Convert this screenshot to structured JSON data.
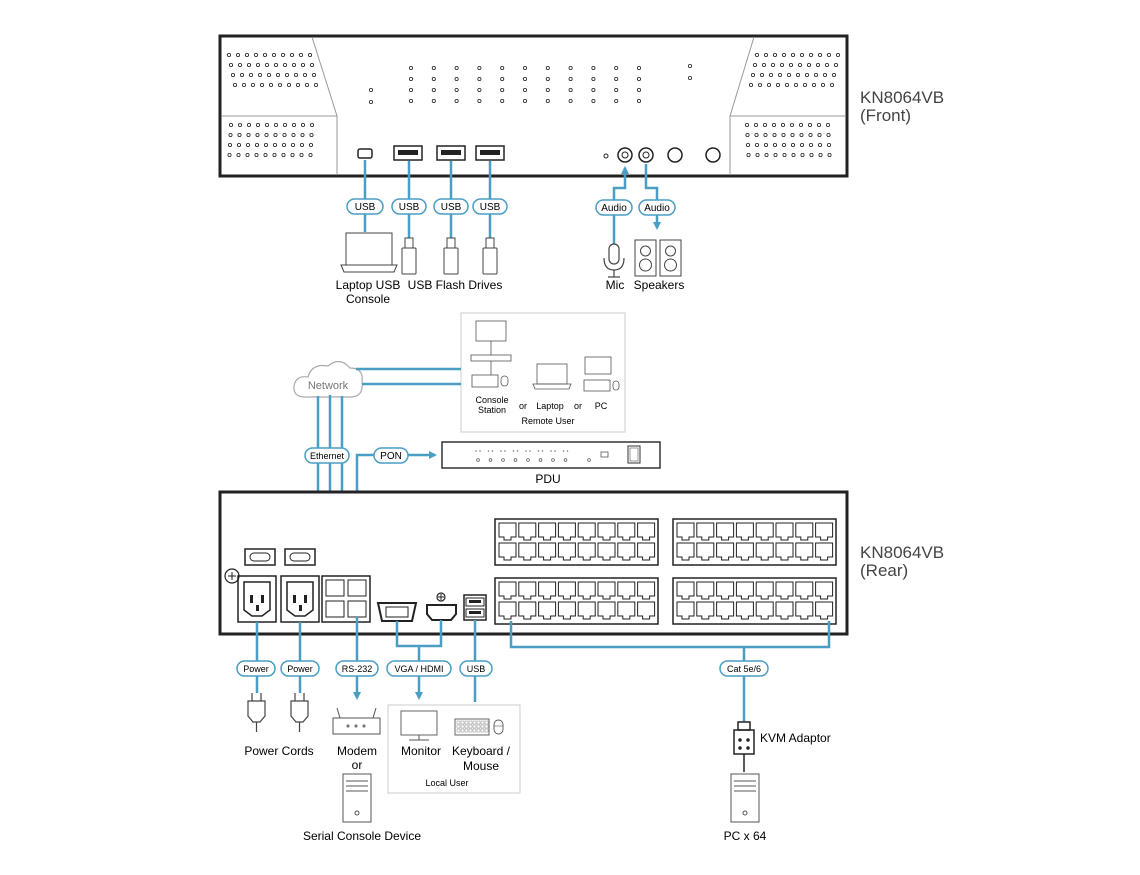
{
  "front_title": [
    "KN8064VB",
    "(Front)"
  ],
  "rear_title": [
    "KN8064VB",
    "(Rear)"
  ],
  "tags": {
    "usb": "USB",
    "audio": "Audio",
    "network": "Network",
    "ethernet": "Ethernet",
    "pon": "PON",
    "power": "Power",
    "rs232": "RS-232",
    "vga_hdmi": "VGA / HDMI",
    "cat": "Cat 5e/6"
  },
  "front_devices": {
    "laptop_console": [
      "Laptop USB",
      "Console"
    ],
    "flash_drives": "USB Flash Drives",
    "mic": "Mic",
    "speakers": "Speakers"
  },
  "remote": {
    "console_station": [
      "Console",
      "Station"
    ],
    "or": "or",
    "laptop": "Laptop",
    "pc": "PC",
    "remote_user": "Remote User"
  },
  "pdu": "PDU",
  "rear_devices": {
    "power_cords": "Power Cords",
    "modem": [
      "Modem",
      "or"
    ],
    "serial_console": "Serial Console Device",
    "monitor": "Monitor",
    "keyboard_mouse": [
      "Keyboard /",
      "Mouse"
    ],
    "local_user": "Local User",
    "kvm_adaptor": "KVM Adaptor",
    "pc_x64": "PC x 64"
  },
  "colors": {
    "line": "#4a9ec4",
    "chassis": "#222222",
    "muted": "#888888"
  }
}
